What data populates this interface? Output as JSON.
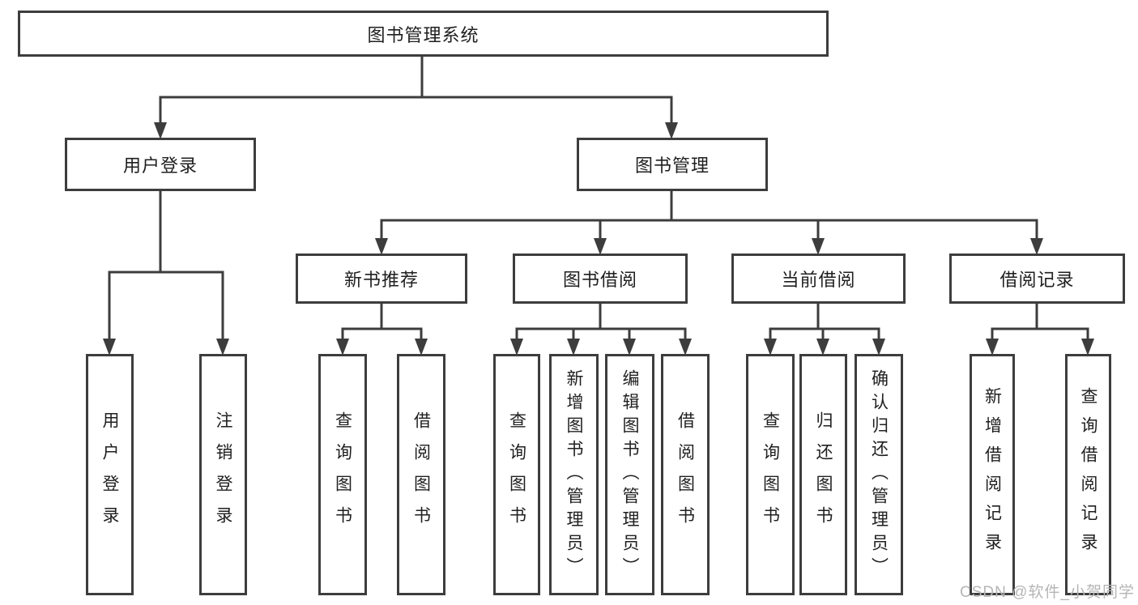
{
  "nodes": {
    "root": "图书管理系统",
    "user_login": "用户登录",
    "book_management": "图书管理",
    "new_book_recommend": "新书推荐",
    "book_borrowing": "图书借阅",
    "current_borrowing": "当前借阅",
    "borrowing_records": "借阅记录",
    "leaf_user_login": "用户登录",
    "leaf_logout": "注销登录",
    "leaf_rec_query_books": "查询图书",
    "leaf_rec_borrow_books": "借阅图书",
    "leaf_bor_query_books": "查询图书",
    "leaf_bor_add_books": "新增图书（管理员）",
    "leaf_bor_edit_books": "编辑图书（管理员）",
    "leaf_bor_borrow_books": "借阅图书",
    "leaf_cur_query_books": "查询图书",
    "leaf_cur_return_books": "归还图书",
    "leaf_cur_confirm_return": "确认归还（管理员）",
    "leaf_rcd_add_record": "新增借阅记录",
    "leaf_rcd_query_record": "查询借阅记录"
  },
  "hierarchy": {
    "图书管理系统": [
      "用户登录",
      "图书管理"
    ],
    "用户登录": [
      "用户登录",
      "注销登录"
    ],
    "图书管理": [
      "新书推荐",
      "图书借阅",
      "当前借阅",
      "借阅记录"
    ],
    "新书推荐": [
      "查询图书",
      "借阅图书"
    ],
    "图书借阅": [
      "查询图书",
      "新增图书（管理员）",
      "编辑图书（管理员）",
      "借阅图书"
    ],
    "当前借阅": [
      "查询图书",
      "归还图书",
      "确认归还（管理员）"
    ],
    "借阅记录": [
      "新增借阅记录",
      "查询借阅记录"
    ]
  },
  "watermark": {
    "text": "CSDN @软件_小贺同学"
  },
  "colors": {
    "line": "#3d3d3d",
    "text": "#1f1f1f",
    "background": "#ffffff",
    "watermark": "#b5b5b5"
  }
}
